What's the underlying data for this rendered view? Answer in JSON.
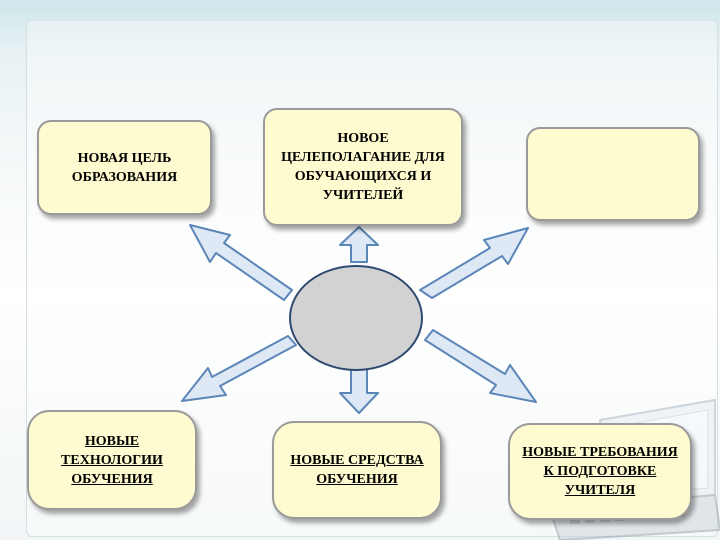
{
  "diagram": {
    "center_node": {
      "label": ""
    },
    "nodes": {
      "goal": {
        "label": "НОВАЯ ЦЕЛЬ ОБРАЗОВАНИЯ"
      },
      "goal_setting": {
        "label": "НОВОЕ ЦЕЛЕПОЛАГАНИЕ ДЛЯ ОБУЧАЮЩИХСЯ И УЧИТЕЛЕЙ"
      },
      "empty": {
        "label": ""
      },
      "technologies": {
        "label": "НОВЫЕ ТЕХНОЛОГИИ ОБУЧЕНИЯ"
      },
      "tools": {
        "label": "НОВЫЕ СРЕДСТВА ОБУЧЕНИЯ"
      },
      "requirements": {
        "label": "НОВЫЕ ТРЕБОВАНИЯ К ПОДГОТОВКЕ УЧИТЕЛЯ"
      }
    },
    "colors": {
      "box_fill": "#fdfbcf",
      "arrow_fill": "#dfe8f5",
      "arrow_stroke": "#5b86b8",
      "ellipse_fill": "#d2d2d2"
    },
    "icons": [
      "arrow-icon"
    ]
  }
}
